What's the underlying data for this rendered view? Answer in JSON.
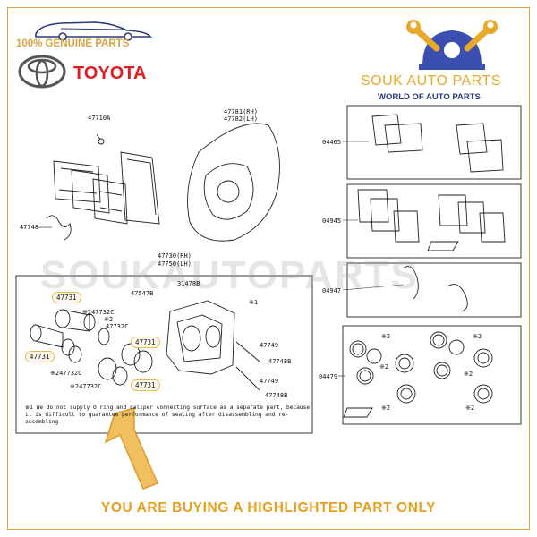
{
  "branding": {
    "genuine_text": "100% GENUINE PARTS",
    "toyota_text": "TOYOTA",
    "shop_name": "SOUK AUTO PARTS",
    "shop_tagline": "WORLD OF AUTO PARTS",
    "watermark": "SOUKAUTOPARTS",
    "accent_color": "#e6a020",
    "toyota_red": "#e01b22",
    "navy": "#2b3a7a"
  },
  "parts": {
    "p47710A": "47710A",
    "p47781": "47781(RH)",
    "p47782": "47782(LH)",
    "p47748": "47748",
    "p47730": "47730(RH)",
    "p47750": "47750(LH)",
    "p31478B": "31478B",
    "p47547B": "47547B",
    "p47731a": "47731",
    "p47732Ca": "※247732C",
    "p2a": "※2",
    "p47732Cb": "47732C",
    "p47731b": "47731",
    "p47731c": "47731",
    "p47732Cc": "※247732C",
    "p47732Cd": "※247732C",
    "p47731d": "47731",
    "p1": "※1",
    "p47749a": "47749",
    "p47748Ba": "47748B",
    "p47749b": "47749",
    "p47748Bb": "47748B",
    "p04465": "04465",
    "p04945": "04945",
    "p04947": "04947",
    "p04479": "04479",
    "p2b": "※2",
    "p2c": "※2",
    "p2d": "※2",
    "p2e": "※2",
    "p2f": "※2",
    "p2g": "※2"
  },
  "note": "※1 We do not supply O ring and caliper connecting surface as a separate part, because it is difficult to guarantee performance of sealing after disassembling and re-assembling",
  "footer_text": "YOU ARE BUYING A HIGHLIGHTED PART ONLY"
}
